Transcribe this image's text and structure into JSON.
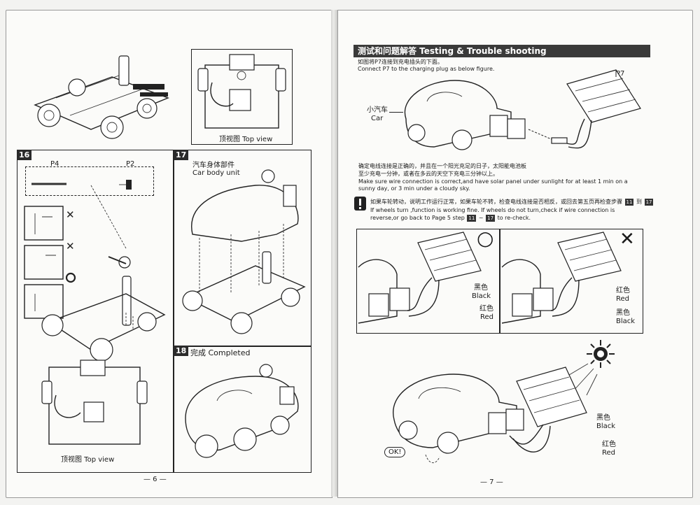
{
  "left_page": {
    "top_view_caption_1": "顶视图 Top view",
    "step16": {
      "num": "16",
      "label_p4": "P4",
      "label_p2": "P2"
    },
    "step17": {
      "num": "17",
      "label_cn": "汽车身体部件",
      "label_en": "Car body unit"
    },
    "step18": {
      "num": "18",
      "label": "完成 Completed"
    },
    "top_view_caption_2": "顶视图 Top view",
    "page_number": "— 6 —"
  },
  "right_page": {
    "header": "测试和问题解答 Testing & Trouble shooting",
    "connect_cn": "如图将P7连接到充电插头的下面。",
    "connect_en": "Connect P7 to the charging plug as below figure.",
    "label_p7": "P7",
    "car_cn": "小汽车",
    "car_en": "Car",
    "sun_cn_1": "确定电线连接是正确的，并且在一个阳光充足的日子，太阳能电池板",
    "sun_cn_2": "至少充电一分钟，或者在多云的天空下充电三分钟以上。",
    "sun_en_1": "Make sure wire connection is correct,and have solar panel under sunlight for at least 1 min on a",
    "sun_en_2": "sunny day, or 3 min under a cloudy sky.",
    "warn_cn": "如果车轮转动，说明工作运行正常，如果车轮不转，检查电线连接是否相反，或回去第五页再检查步骤",
    "warn_step_a": "11",
    "warn_to": "到",
    "warn_step_b": "17",
    "warn_en_1": "If wheels turn ,function is working fine. If wheels do not turn,check if wire connection is",
    "warn_en_2a": "reverse,or go back to Page 5 step",
    "warn_en_2b": "~",
    "warn_en_2c": "to re-check.",
    "ok_mark": "○",
    "wrong_mark": "✕",
    "black_cn": "黑色",
    "black_en": "Black",
    "red_cn": "红色",
    "red_en": "Red",
    "ok_bubble": "OK!",
    "page_number": "— 7 —"
  },
  "icons": [
    "warning-icon",
    "sun-icon",
    "check-circle-icon",
    "cross-icon"
  ]
}
